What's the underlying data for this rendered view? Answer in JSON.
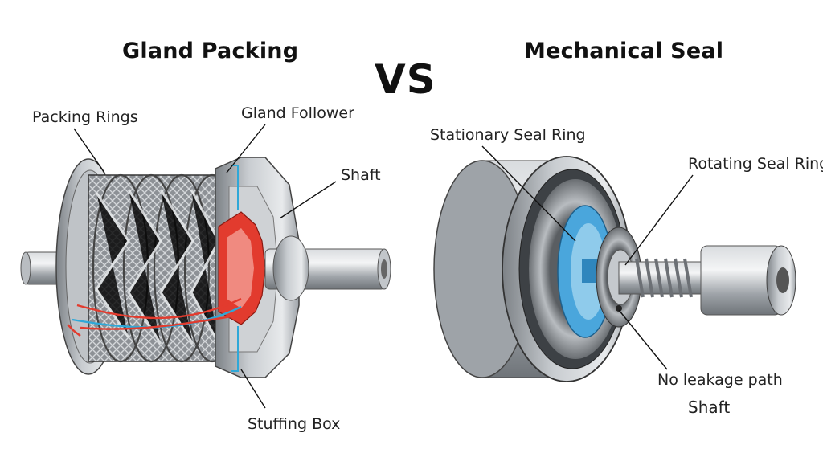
{
  "left_panel": {
    "title": "Gland Packing",
    "labels": {
      "packing_rings": "Packing Rings",
      "gland_follower": "Gland Follower",
      "shaft": "Shaft",
      "stuffing_box": "Stuffing Box"
    }
  },
  "center": {
    "vs": "VS"
  },
  "right_panel": {
    "title": "Mechanical Seal",
    "labels": {
      "stationary_seal_ring": "Stationary Seal Ring",
      "rotating_seal_ring": "Rotating Seal Ring",
      "no_leakage_path": "No leakage path",
      "shaft": "Shaft"
    }
  },
  "colors": {
    "leak_red": "#e23b2e",
    "leak_blue": "#2fa8d8",
    "seal_blue": "#4aa6dc",
    "metal": "#a9adb2"
  }
}
